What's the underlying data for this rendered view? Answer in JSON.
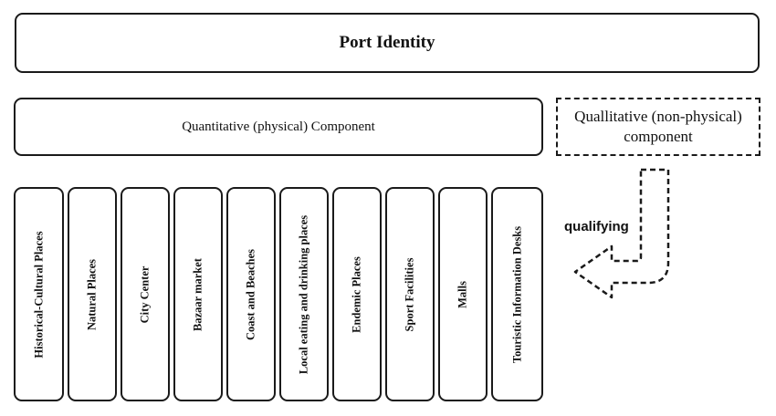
{
  "title": "Port Identity",
  "quantitative_label": "Quantitative (physical) Component",
  "qualitative_label": "Quallitative (non-physical) component",
  "arrow_label": "qualifying",
  "categories": [
    "Historical-Cultural Places",
    "Natural Places",
    "City Center",
    "Bazaar market",
    "Coast and Beaches",
    "Local eating and drinking places",
    "Endemic Places",
    "Sport Facilities",
    "Malls",
    "Touristic Information Desks"
  ]
}
